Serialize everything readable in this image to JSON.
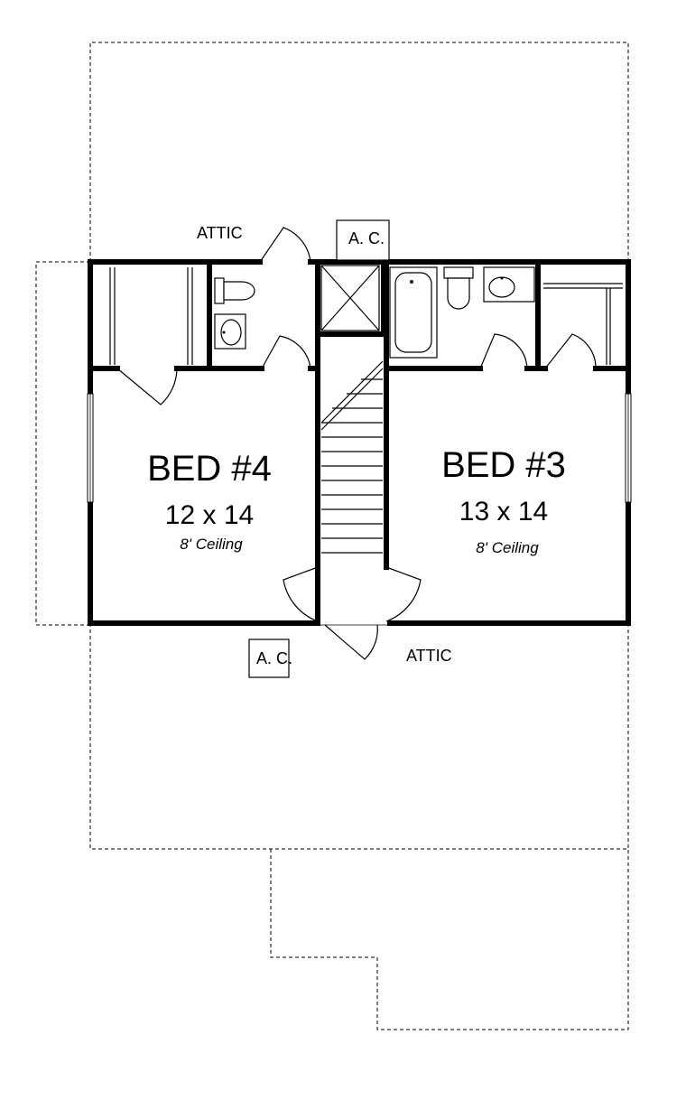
{
  "rooms": [
    {
      "name": "BED #4",
      "size": "12 x 14",
      "ceiling": "8' Ceiling"
    },
    {
      "name": "BED #3",
      "size": "13 x 14",
      "ceiling": "8' Ceiling"
    }
  ],
  "labels": {
    "attic_top": "ATTIC",
    "attic_bottom": "ATTIC",
    "ac_top": "A. C.",
    "ac_bottom": "A. C."
  }
}
